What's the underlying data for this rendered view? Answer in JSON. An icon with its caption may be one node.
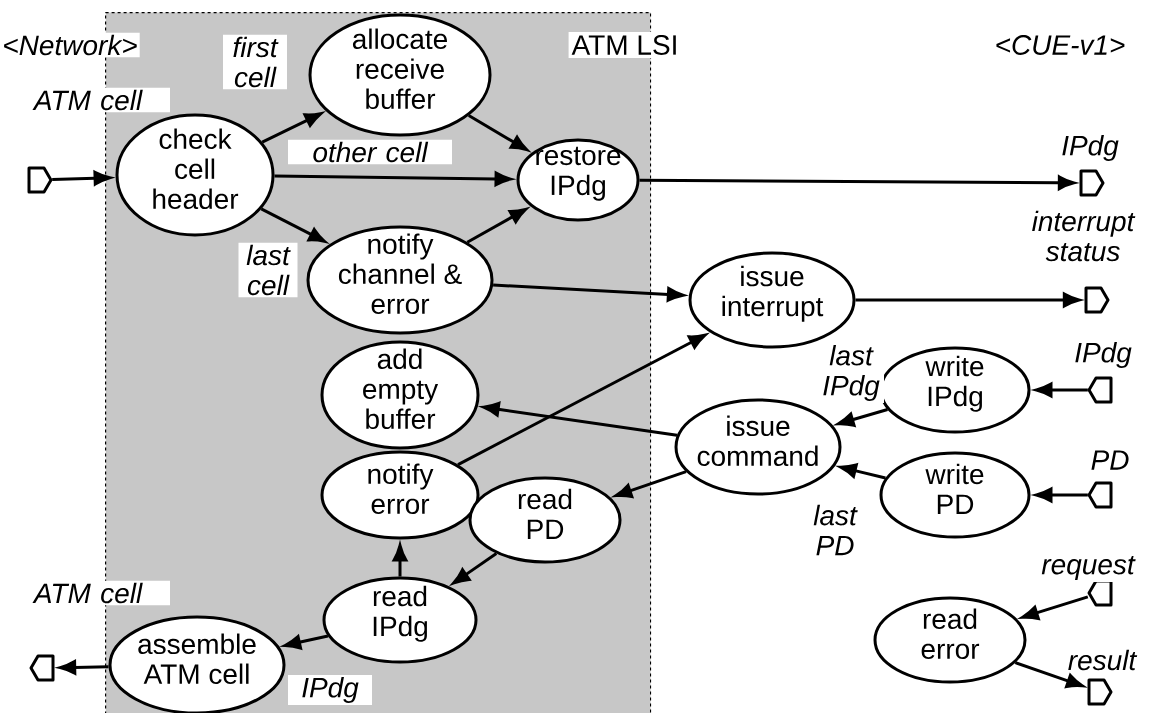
{
  "diagram": {
    "nodes": [
      {
        "text": [
          "ATM LSI"
        ]
      },
      {
        "text": [
          "ATM cell"
        ]
      },
      {
        "text": [
          "check cell header"
        ],
        "in": 0
      },
      {
        "text": [
          "allocate receive buffer"
        ],
        "in": 0
      },
      {
        "text": [
          "restore IPdg"
        ],
        "in": 0
      },
      {
        "text": [
          "IPdg"
        ]
      },
      {
        "text": [
          "notify channel & error"
        ],
        "in": 0
      },
      {
        "text": [
          "issue interrupt"
        ]
      },
      {
        "text": [
          "interrupt status"
        ]
      },
      {
        "text": [
          "add empty buffer"
        ],
        "in": 0
      },
      {
        "text": [
          "issue command"
        ]
      },
      {
        "text": [
          "write IPdg"
        ]
      },
      {
        "text": [
          "IPdg"
        ]
      },
      {
        "text": [
          "notify error"
        ],
        "in": 0
      },
      {
        "text": [
          "read PD"
        ],
        "in": 0
      },
      {
        "text": [
          "write PD"
        ]
      },
      {
        "text": [
          "PD"
        ]
      },
      {
        "text": [
          "read IPdg"
        ],
        "in": 0
      },
      {
        "text": [
          "assemble ATM cell"
        ],
        "in": 0
      },
      {
        "text": [
          "ATM cell"
        ]
      },
      {
        "text": [
          "read error"
        ]
      },
      {
        "text": [
          "request"
        ]
      },
      {
        "text": [
          "result"
        ]
      }
    ],
    "edges": [
      {
        "from": 1,
        "to": 2,
        "arrow": "to"
      },
      {
        "from": 2,
        "to": 3,
        "arrow": "to",
        "label": "first cell"
      },
      {
        "from": 2,
        "to": 4,
        "arrow": "to",
        "label": "other cell"
      },
      {
        "from": 2,
        "to": 6,
        "arrow": "to",
        "label": "last cell"
      },
      {
        "from": 3,
        "to": 4,
        "arrow": "to"
      },
      {
        "from": 6,
        "to": 4,
        "arrow": "to"
      },
      {
        "from": 4,
        "to": 5,
        "arrow": "to"
      },
      {
        "from": 6,
        "to": 7,
        "arrow": "to"
      },
      {
        "from": 7,
        "to": 8,
        "arrow": "to"
      },
      {
        "from": 13,
        "to": 7,
        "arrow": "to"
      },
      {
        "from": 10,
        "to": 9,
        "arrow": "to"
      },
      {
        "from": 12,
        "to": 11,
        "arrow": "to"
      },
      {
        "from": 11,
        "to": 10,
        "arrow": "to",
        "label": "last IPdg"
      },
      {
        "from": 16,
        "to": 15,
        "arrow": "to"
      },
      {
        "from": 15,
        "to": 10,
        "arrow": "to",
        "label": "last PD"
      },
      {
        "from": 10,
        "to": 14,
        "arrow": "to"
      },
      {
        "from": 14,
        "to": 17,
        "arrow": "to"
      },
      {
        "from": 17,
        "to": 13,
        "arrow": "to"
      },
      {
        "from": 17,
        "to": 18,
        "arrow": "to",
        "label": "IPdg"
      },
      {
        "from": 18,
        "to": 19,
        "arrow": "to"
      },
      {
        "from": 21,
        "to": 20,
        "arrow": "to"
      },
      {
        "from": 20,
        "to": 22,
        "arrow": "to"
      }
    ],
    "labels": [
      "<Network>",
      "<CUE-v1>"
    ]
  }
}
